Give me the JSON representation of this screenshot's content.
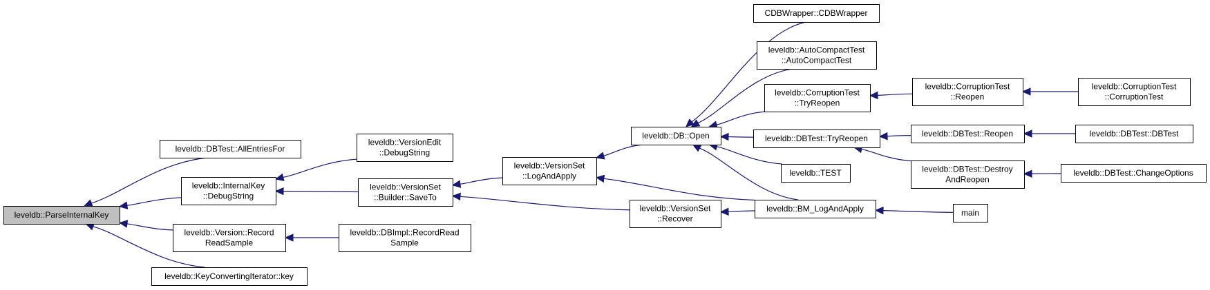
{
  "diagram": {
    "nodes": [
      {
        "id": "parse",
        "lines": [
          "leveldb::ParseInternalKey"
        ],
        "root": true
      },
      {
        "id": "allentries",
        "lines": [
          "leveldb::DBTest::AllEntriesFor"
        ]
      },
      {
        "id": "ikdebug",
        "lines": [
          "leveldb::InternalKey",
          "::DebugString"
        ]
      },
      {
        "id": "vrecord",
        "lines": [
          "leveldb::Version::Record",
          "ReadSample"
        ]
      },
      {
        "id": "kciter",
        "lines": [
          "leveldb::KeyConvertingIterator::key"
        ]
      },
      {
        "id": "vedebug",
        "lines": [
          "leveldb::VersionEdit",
          "::DebugString"
        ]
      },
      {
        "id": "saveto",
        "lines": [
          "leveldb::VersionSet",
          "::Builder::SaveTo"
        ]
      },
      {
        "id": "dbirecord",
        "lines": [
          "leveldb::DBImpl::RecordRead",
          "Sample"
        ]
      },
      {
        "id": "logapply",
        "lines": [
          "leveldb::VersionSet",
          "::LogAndApply"
        ]
      },
      {
        "id": "recover",
        "lines": [
          "leveldb::VersionSet",
          "::Recover"
        ]
      },
      {
        "id": "dbopen",
        "lines": [
          "leveldb::DB::Open"
        ]
      },
      {
        "id": "cdbw",
        "lines": [
          "CDBWrapper::CDBWrapper"
        ]
      },
      {
        "id": "actest",
        "lines": [
          "leveldb::AutoCompactTest",
          "::AutoCompactTest"
        ]
      },
      {
        "id": "ctryreopen",
        "lines": [
          "leveldb::CorruptionTest",
          "::TryReopen"
        ]
      },
      {
        "id": "dbtryreopen",
        "lines": [
          "leveldb::DBTest::TryReopen"
        ]
      },
      {
        "id": "test",
        "lines": [
          "leveldb::TEST"
        ]
      },
      {
        "id": "bmlog",
        "lines": [
          "leveldb::BM_LogAndApply"
        ]
      },
      {
        "id": "creopen",
        "lines": [
          "leveldb::CorruptionTest",
          "::Reopen"
        ]
      },
      {
        "id": "dbreopen",
        "lines": [
          "leveldb::DBTest::Reopen"
        ]
      },
      {
        "id": "destroy",
        "lines": [
          "leveldb::DBTest::Destroy",
          "AndReopen"
        ]
      },
      {
        "id": "main",
        "lines": [
          "main"
        ]
      },
      {
        "id": "ctest",
        "lines": [
          "leveldb::CorruptionTest",
          "::CorruptionTest"
        ]
      },
      {
        "id": "dbtest",
        "lines": [
          "leveldb::DBTest::DBTest"
        ]
      },
      {
        "id": "changeopts",
        "lines": [
          "leveldb::DBTest::ChangeOptions"
        ]
      }
    ],
    "edges": [
      {
        "from": "allentries",
        "to": "parse"
      },
      {
        "from": "ikdebug",
        "to": "parse"
      },
      {
        "from": "vrecord",
        "to": "parse"
      },
      {
        "from": "kciter",
        "to": "parse"
      },
      {
        "from": "vedebug",
        "to": "ikdebug"
      },
      {
        "from": "saveto",
        "to": "ikdebug"
      },
      {
        "from": "dbirecord",
        "to": "vrecord"
      },
      {
        "from": "logapply",
        "to": "saveto"
      },
      {
        "from": "recover",
        "to": "saveto"
      },
      {
        "from": "dbopen",
        "to": "logapply"
      },
      {
        "from": "bmlog",
        "to": "logapply"
      },
      {
        "from": "bmlog",
        "to": "recover"
      },
      {
        "from": "cdbw",
        "to": "dbopen"
      },
      {
        "from": "actest",
        "to": "dbopen"
      },
      {
        "from": "ctryreopen",
        "to": "dbopen"
      },
      {
        "from": "dbtryreopen",
        "to": "dbopen"
      },
      {
        "from": "test",
        "to": "dbopen"
      },
      {
        "from": "bmlog",
        "to": "dbopen"
      },
      {
        "from": "creopen",
        "to": "ctryreopen"
      },
      {
        "from": "dbreopen",
        "to": "dbtryreopen"
      },
      {
        "from": "destroy",
        "to": "dbtryreopen"
      },
      {
        "from": "main",
        "to": "bmlog"
      },
      {
        "from": "ctest",
        "to": "creopen"
      },
      {
        "from": "dbtest",
        "to": "dbreopen"
      },
      {
        "from": "changeopts",
        "to": "destroy"
      }
    ]
  }
}
